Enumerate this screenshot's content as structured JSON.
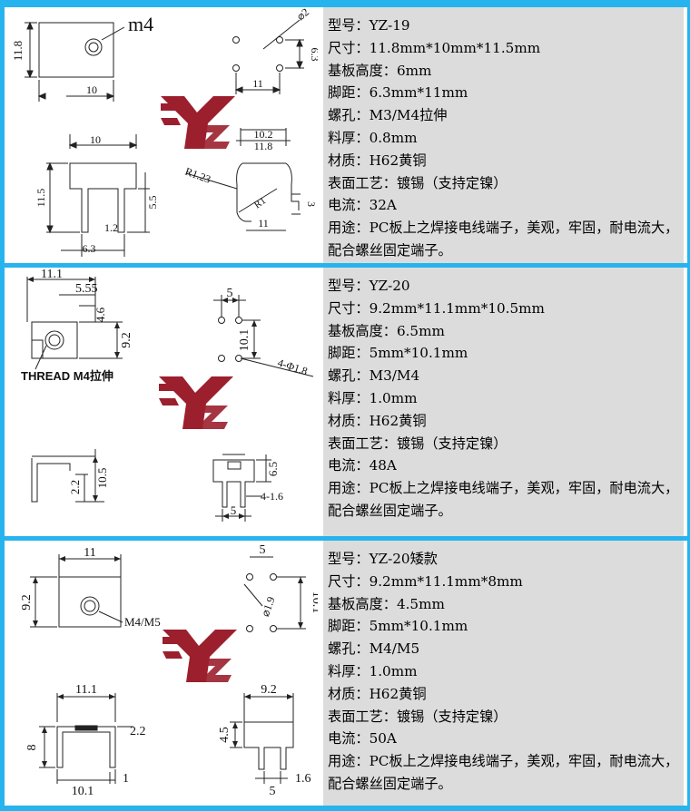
{
  "colors": {
    "background": "#27b4ee",
    "spec_panel": "#dcdcdc",
    "logo": "#9c1f2e"
  },
  "logo_icon": "yz-logo-icon",
  "products": [
    {
      "specs": [
        "型号：YZ-19",
        "尺寸：11.8mm*10mm*11.5mm",
        "基板高度：6mm",
        "脚距：6.3mm*11mm",
        "螺孔：M3/M4拉伸",
        "料厚：0.8mm",
        "材质：H62黄铜",
        "表面工艺：镀锡（支持定镍）",
        "电流：32A",
        "用途：PC板上之焊接电线端子，美观，牢固，耐电流大，配合螺丝固定端子。"
      ],
      "dims": {
        "hole": "m4",
        "side": "11.8",
        "width": "10",
        "pin_dia": "⌀2",
        "pin_gap": "6.3",
        "pin_span": "11",
        "height": "11.5",
        "base": "5.5",
        "pin_w": "1.2",
        "pin_pitch": "6.3",
        "w_in": "10.2",
        "w_out": "11.8",
        "radius": "R1.23",
        "r1": "R1",
        "foot": "3",
        "span": "11"
      }
    },
    {
      "specs": [
        "型号：YZ-20",
        "尺寸：9.2mm*11.1mm*10.5mm",
        "基板高度：6.5mm",
        "脚距：5mm*10.1mm",
        "螺孔：M3/M4",
        "料厚：1.0mm",
        "材质：H62黄铜",
        "表面工艺：镀锡（支持定镍）",
        "电流：48A",
        "用途：PC板上之焊接电线端子，美观，牢固，耐电流大，配合螺丝固定端子。"
      ],
      "dims": {
        "length": "11.1",
        "offset": "5.55",
        "small": "4.6",
        "height": "9.2",
        "thread": "THREAD M4拉伸",
        "pitch": "5",
        "span": "10.1",
        "holes": "4-Φ1.8",
        "side_low": "2.2",
        "side_h": "10.5",
        "base": "6.5",
        "pin": "4-1.6",
        "pin_pitch": "5"
      }
    },
    {
      "specs": [
        "型号：YZ-20矮款",
        "尺寸：9.2mm*11.1mm*8mm",
        "基板高度：4.5mm",
        "脚距：5mm*10.1mm",
        "螺孔：M4/M5",
        "料厚：1.0mm",
        "材质：H62黄铜",
        "表面工艺：镀锡（支持定镍）",
        "电流：50A",
        "用途：PC板上之焊接电线端子，美观，牢固，耐电流大，配合螺丝固定端子。"
      ],
      "dims": {
        "width": "11",
        "height": "9.2",
        "hole": "M4/M5",
        "pitch": "5",
        "dia": "⌀1.9",
        "span": "10.1",
        "len": "11.1",
        "side_h": "8",
        "step": "2.2",
        "bottom": "10.1",
        "pin": "1",
        "w2": "9.2",
        "base": "4.5",
        "pin_pitch": "5",
        "pin_w": "1.6"
      }
    }
  ]
}
